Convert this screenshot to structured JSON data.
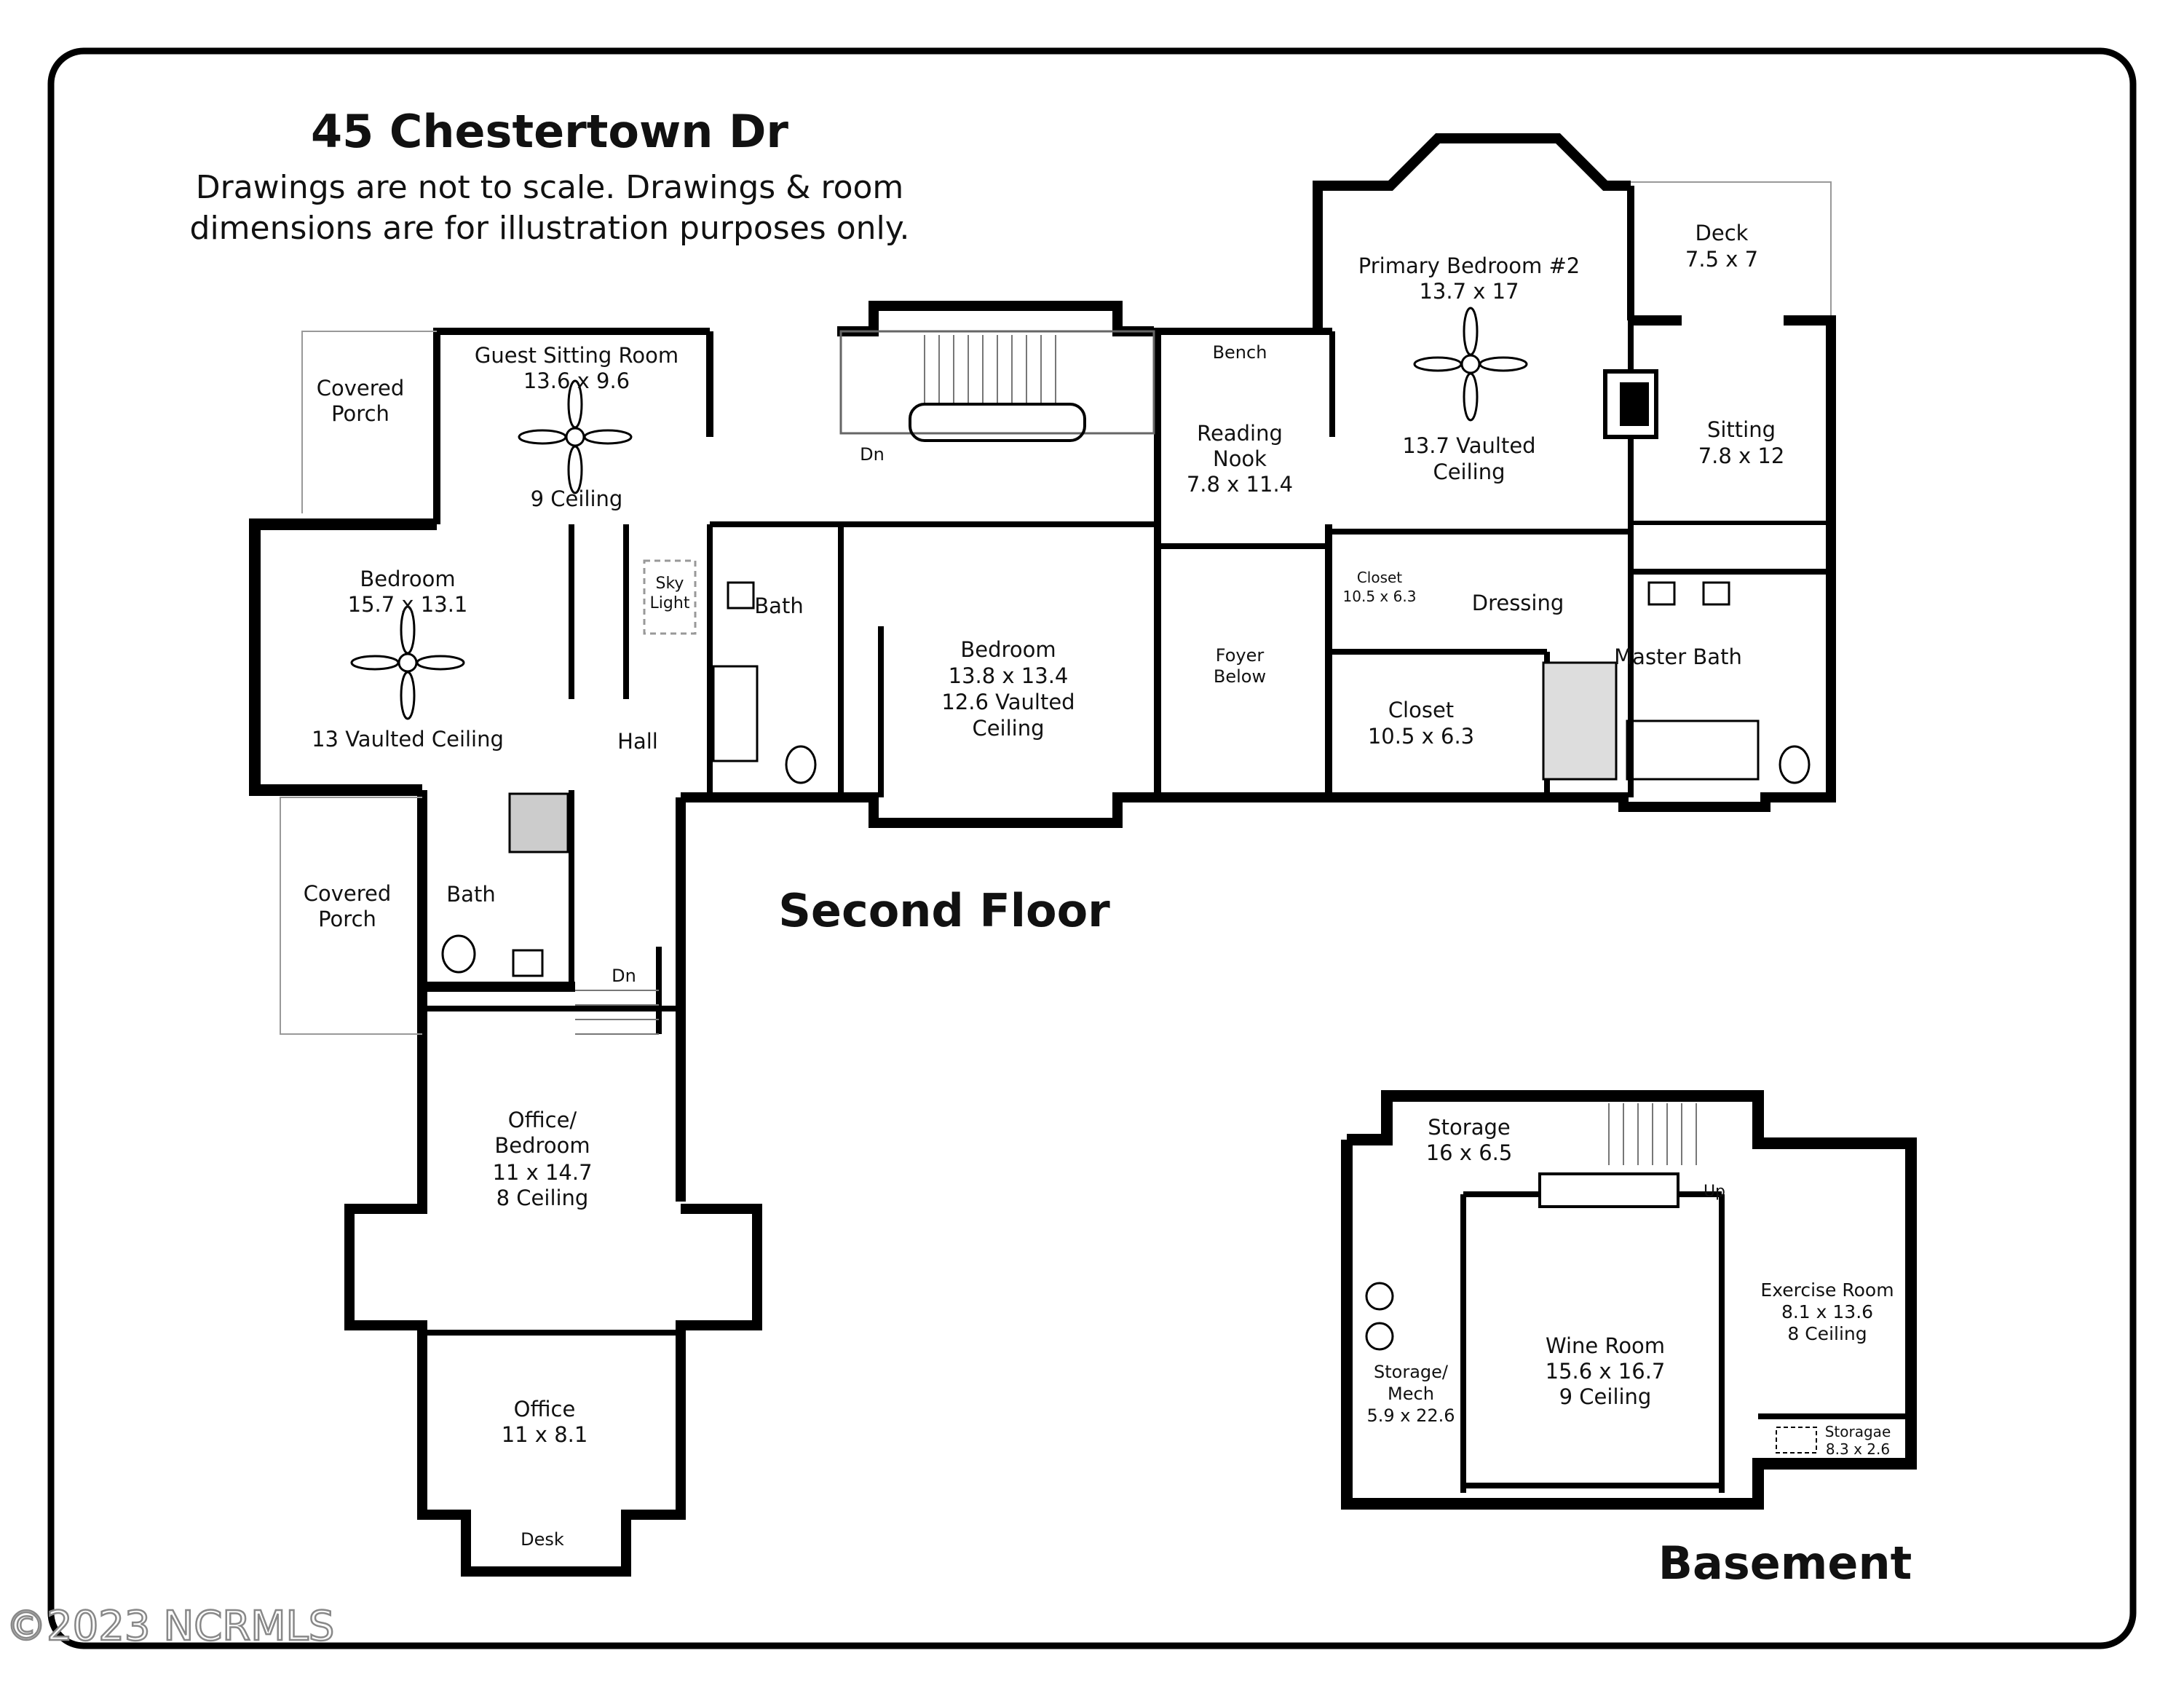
{
  "header": {
    "address": "45 Chestertown Dr",
    "disclaimer_line1": "Drawings are not to scale. Drawings & room",
    "disclaimer_line2": "dimensions are for illustration purposes only."
  },
  "floors": {
    "second": "Second Floor",
    "basement": "Basement"
  },
  "watermark": "©2023 NCRMLS",
  "rooms": {
    "covered_porch_top": [
      "Covered",
      "Porch"
    ],
    "guest_sitting": [
      "Guest Sitting Room",
      "13.6 x 9.6"
    ],
    "guest_sitting_ceiling": "9 Ceiling",
    "dn_stairs_top": "Dn",
    "bench": "Bench",
    "reading_nook": [
      "Reading",
      "Nook",
      "7.8 x 11.4"
    ],
    "primary_bedroom": [
      "Primary Bedroom #2",
      "13.7 x 17"
    ],
    "primary_ceiling": [
      "13.7 Vaulted",
      "Ceiling"
    ],
    "deck": [
      "Deck",
      "7.5 x 7"
    ],
    "sitting": [
      "Sitting",
      "7.8 x 12"
    ],
    "bedroom_left": [
      "Bedroom",
      "15.7 x 13.1"
    ],
    "bedroom_left_ceiling": "13 Vaulted Ceiling",
    "skylight": [
      "Sky",
      "Light"
    ],
    "bath_mid": "Bath",
    "bedroom_mid": [
      "Bedroom",
      "13.8 x 13.4",
      "12.6 Vaulted",
      "Ceiling"
    ],
    "foyer": [
      "Foyer",
      "Below"
    ],
    "closet_small": [
      "Closet",
      "10.5 x 6.3"
    ],
    "dressing": "Dressing",
    "master_bath": "Master Bath",
    "closet_large": [
      "Closet",
      "10.5 x 6.3"
    ],
    "hall": "Hall",
    "covered_porch_bottom": [
      "Covered",
      "Porch"
    ],
    "bath_left": "Bath",
    "dn_stairs_bottom": "Dn",
    "office_bedroom": [
      "Office/",
      "Bedroom",
      "11 x 14.7",
      "8 Ceiling"
    ],
    "office": [
      "Office",
      "11 x 8.1"
    ],
    "desk": "Desk",
    "storage": [
      "Storage",
      "16 x 6.5"
    ],
    "up": "Up",
    "wine_room": [
      "Wine Room",
      "15.6 x 16.7",
      "9 Ceiling"
    ],
    "storage_mech": [
      "Storage/",
      "Mech",
      "5.9 x 22.6"
    ],
    "exercise_room": [
      "Exercise Room",
      "8.1 x 13.6",
      "8 Ceiling"
    ],
    "storagae": [
      "Storagae",
      "8.3 x 2.6"
    ]
  },
  "icons": [
    "ceiling-fan-icon",
    "toilet-icon",
    "sink-icon",
    "bathtub-icon",
    "shower-icon",
    "water-heater-icon",
    "fireplace-icon",
    "stairs-icon"
  ]
}
